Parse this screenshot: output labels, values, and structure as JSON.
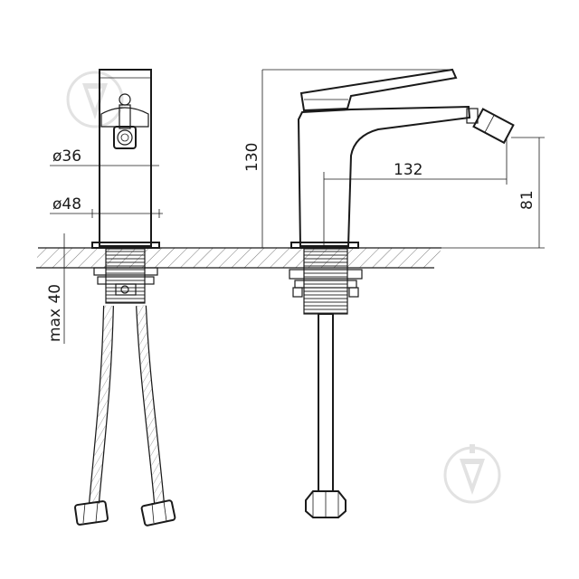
{
  "dimensions": {
    "d36": "ø36",
    "d48": "ø48",
    "max40": "max 40",
    "h130": "130",
    "w132": "132",
    "h81": "81"
  },
  "colors": {
    "line": "#1a1a1a",
    "watermark": "#e2e2e2"
  },
  "watermark_icon": "pen-nib-icon"
}
